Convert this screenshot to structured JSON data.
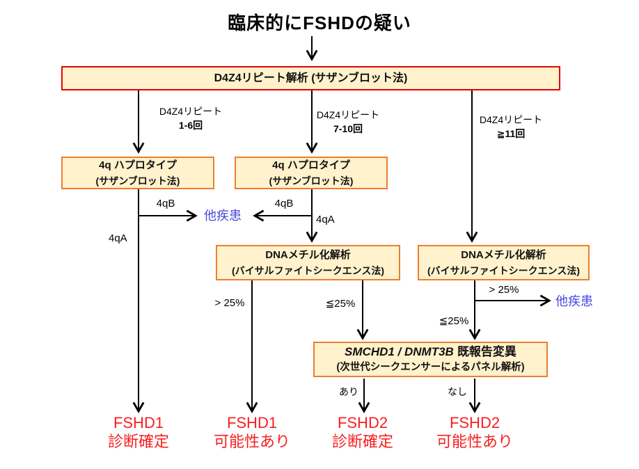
{
  "title": "臨床的にFSHDの疑い",
  "colors": {
    "box_fill": "#fff2cc",
    "box_border_orange": "#ed7d31",
    "box_border_red": "#e60000",
    "outcome_red": "#f51f1f",
    "other_disease_blue": "#4747e0"
  },
  "boxes": {
    "d4z4_repeat": {
      "label": "D4Z4リピート解析 (サザンブロット法)"
    },
    "hap_left": {
      "line1": "4q ハプロタイプ",
      "line2": "(サザンブロット法)"
    },
    "hap_mid": {
      "line1": "4q ハプロタイプ",
      "line2": "(サザンブロット法)"
    },
    "methyl_mid": {
      "line1": "DNAメチル化解析",
      "line2": "(バイサルファイトシークエンス法)"
    },
    "methyl_right": {
      "line1": "DNAメチル化解析",
      "line2": "(バイサルファイトシークエンス法)"
    },
    "panel": {
      "genes": "SMCHD1 / DNMT3B",
      "suffix": "既報告変異",
      "line2": "(次世代シークエンサーによるパネル解析)"
    }
  },
  "edge_labels": {
    "repeat_1_6": {
      "line1": "D4Z4リピート",
      "line2": "1-6回"
    },
    "repeat_7_10": {
      "line1": "D4Z4リピート",
      "line2": "7-10回"
    },
    "repeat_ge11": {
      "line1": "D4Z4リピート",
      "line2": "≧11回"
    },
    "hap_left_4qB": "4qB",
    "hap_left_4qA": "4qA",
    "hap_mid_4qB": "4qB",
    "hap_mid_4qA": "4qA",
    "methyl_mid_gt25": "> 25%",
    "methyl_mid_le25": "≦25%",
    "methyl_right_gt25": "> 25%",
    "methyl_right_le25": "≦25%",
    "variant_present": "あり",
    "variant_absent": "なし"
  },
  "other_disease": {
    "left": "他疾患",
    "right": "他疾患"
  },
  "outcomes": [
    {
      "line1": "FSHD1",
      "line2": "診断確定"
    },
    {
      "line1": "FSHD1",
      "line2": "可能性あり"
    },
    {
      "line1": "FSHD2",
      "line2": "診断確定"
    },
    {
      "line1": "FSHD2",
      "line2": "可能性あり"
    }
  ]
}
